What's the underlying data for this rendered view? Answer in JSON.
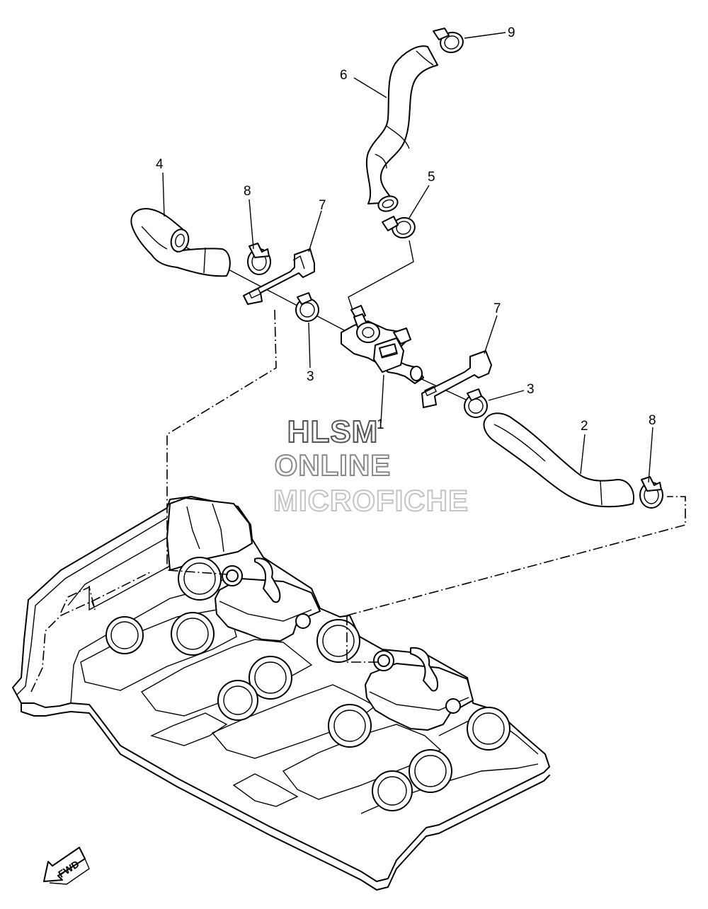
{
  "callouts": [
    {
      "id": "c9",
      "label": "9"
    },
    {
      "id": "c6",
      "label": "6"
    },
    {
      "id": "c4",
      "label": "4"
    },
    {
      "id": "c8a",
      "label": "8"
    },
    {
      "id": "c7a",
      "label": "7"
    },
    {
      "id": "c5",
      "label": "5"
    },
    {
      "id": "c7b",
      "label": "7"
    },
    {
      "id": "c3a",
      "label": "3"
    },
    {
      "id": "c3b",
      "label": "3"
    },
    {
      "id": "c1",
      "label": "1"
    },
    {
      "id": "c2",
      "label": "2"
    },
    {
      "id": "c8b",
      "label": "8"
    }
  ],
  "watermark": {
    "line1": "HLSM",
    "line2": "ONLINE",
    "line3": "MICROFICHE"
  },
  "direction_arrow": {
    "label": "FWD",
    "icon": "forward-arrow-icon"
  }
}
